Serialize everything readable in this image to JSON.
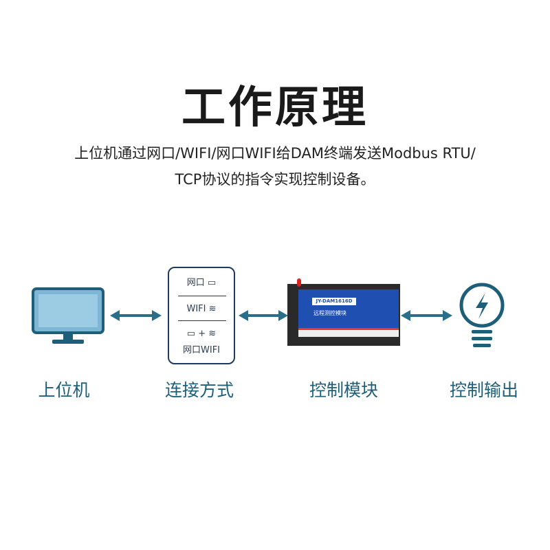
{
  "title": "工作原理",
  "description": [
    "上位机通过网口/WIFI/网口WIFI给DAM终端发送Modbus RTU/",
    "TCP协议的指令实现控制设备。"
  ],
  "connection_card": {
    "ethernet": "网口",
    "wifi": "WIFI",
    "ethernet_wifi": "网口WIFI",
    "plus": "+"
  },
  "device": {
    "model": "JY-DAM1616D",
    "name": "远程测控模块"
  },
  "nodes": [
    {
      "label": "上位机"
    },
    {
      "label": "连接方式"
    },
    {
      "label": "控制模块"
    },
    {
      "label": "控制输出"
    }
  ],
  "colors": {
    "accent": "#1d5f78",
    "arrow": "#2a6f8a",
    "card_border": "#1f3b5c",
    "device_blue": "#1f4fb0"
  }
}
